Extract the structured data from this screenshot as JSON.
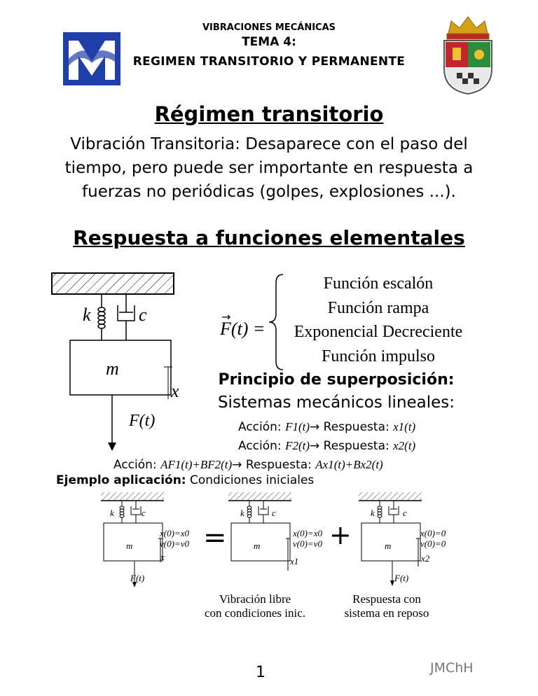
{
  "header": {
    "subject": "VIBRACIONES MECÁNICAS",
    "tema": "TEMA 4:",
    "title": "REGIMEN TRANSITORIO Y PERMANENTE"
  },
  "section1": {
    "title": "Régimen transitorio",
    "lines": [
      "Vibración Transitoria: Desaparece con el paso del",
      "tiempo, pero puede ser importante en respuesta a",
      "fuerzas no periódicas (golpes, explosiones ...)."
    ]
  },
  "section2": {
    "title": "Respuesta a funciones elementales",
    "force_label": "F(t) =",
    "functions": [
      "Función escalón",
      "Función rampa",
      "Exponencial Decreciente",
      "Función impulso"
    ],
    "principle": "Principio de superposición:",
    "systems": "Sistemas mecánicos lineales:",
    "action_word": "Acción: ",
    "response_word": " Respuesta: ",
    "arrow": "→",
    "action1": "F1(t)",
    "response1": "x1(t)",
    "action2": "F2(t)",
    "response2": "x2(t)",
    "action3": "AF1(t)+BF2(t)",
    "response3": "Ax1(t)+Bx2(t)"
  },
  "main_diagram": {
    "k": "k",
    "c": "c",
    "m": "m",
    "x": "x",
    "force": "F(t)"
  },
  "example": {
    "label": "Ejemplo aplicación:",
    "text": " Condiciones iniciales",
    "equals": "=",
    "plus": "+",
    "d1": {
      "k": "k",
      "c": "c",
      "m": "m",
      "x": "x",
      "force": "F(t)",
      "ic_x": "x(0)=x0",
      "ic_v": "v(0)=v0"
    },
    "d2": {
      "k": "k",
      "c": "c",
      "m": "m",
      "x": "x1",
      "ic_x": "x(0)=x0",
      "ic_v": "v(0)=v0",
      "caption1": "Vibración libre",
      "caption2": "con condiciones inic."
    },
    "d3": {
      "k": "k",
      "c": "c",
      "m": "m",
      "x": "x2",
      "force": "F(t)",
      "ic_x": "x(0)=0",
      "ic_v": "v(0)=0",
      "caption1": "Respuesta con",
      "caption2": "sistema en reposo"
    }
  },
  "footer": {
    "page": "1",
    "author": "JMChH"
  },
  "colors": {
    "logo_blue": "#1f3fa8",
    "shield_red": "#c0272d",
    "shield_green": "#2e8b3a",
    "crown_gold": "#d4a017"
  }
}
